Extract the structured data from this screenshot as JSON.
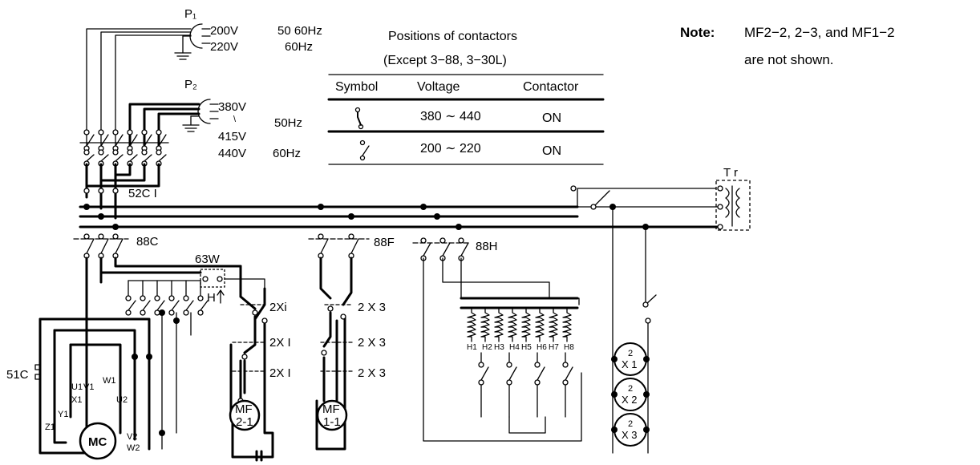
{
  "note": {
    "label": "Note:",
    "line1": "MF2−2, 2−3, and MF1−2",
    "line2": "are not shown."
  },
  "supply": {
    "p1": {
      "name": "P₁",
      "v1": "200V",
      "v2": "220V",
      "f1": "50 60Hz",
      "f2": "60Hz"
    },
    "p2": {
      "name": "P₂",
      "v1": "380V",
      "v_sep": "\\",
      "v2": "415V",
      "v3": "440V",
      "f1": "50Hz",
      "f2": "60Hz"
    }
  },
  "contactor_table": {
    "title1": "Positions of contactors",
    "title2": "(Except 3−88, 3−30L)",
    "headers": [
      "Symbol",
      "Voltage",
      "Contactor"
    ],
    "rows": [
      {
        "voltage": "380 ∼ 440",
        "state": "ON",
        "symbol": "closed-contact-icon"
      },
      {
        "voltage": "200 ∼ 220",
        "state": "ON",
        "symbol": "open-contact-icon"
      }
    ]
  },
  "labels": {
    "c52": "52C I",
    "c88c": "88C",
    "c88f": "88F",
    "c88h": "88H",
    "w63": "63W",
    "h": "H",
    "tr": "T r",
    "c51": "51C",
    "c1": "C I",
    "x2_1": "2Xi",
    "x2_2": "2X I",
    "x2_3": "2X I",
    "x3_1": "2 X 3",
    "x3_2": "2 X 3",
    "x3_3": "2 X 3"
  },
  "motor_terminals": [
    "U1",
    "V1",
    "W1",
    "X1",
    "U2",
    "Y1",
    "V2",
    "Z1",
    "W2"
  ],
  "motors": [
    {
      "id": "mc",
      "l1": "MC",
      "l2": ""
    },
    {
      "id": "mf21",
      "l1": "MF",
      "l2": "2-1"
    },
    {
      "id": "mf11",
      "l1": "MF",
      "l2": "1-1"
    }
  ],
  "heaters": [
    "H1",
    "H2",
    "H3",
    "H4",
    "H5",
    "H6",
    "H7",
    "H8"
  ],
  "relays": [
    {
      "top": "2",
      "bottom": "X 1"
    },
    {
      "top": "2",
      "bottom": "X 2"
    },
    {
      "top": "2",
      "bottom": "X 3"
    }
  ]
}
